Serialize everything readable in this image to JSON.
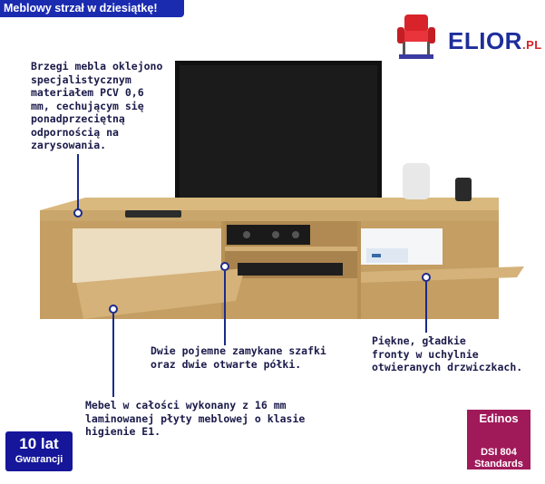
{
  "banner": {
    "title": "Meblowy strzał w dziesiątkę!"
  },
  "logo": {
    "name": "ELIOR",
    "suffix": ".PL"
  },
  "notes": {
    "edges": "Brzegi mebla oklejono\nspecjalistycznym\nmateriałem PCV 0,6\nmm, cechującym się\nponadprzeciętną\nodpornością na\nzarysowania.",
    "cabinets": "Dwie pojemne zamykane szafki\noraz dwie otwarte półki.",
    "fronts": "Piękne, gładkie\nfronty w uchylnie\notwieranych drzwiczkach.",
    "material": "Mebel w całości wykonany z 16 mm\nlaminowanej płyty meblowej o klasie\nhigienie E1."
  },
  "warranty": {
    "years": "10 lat",
    "label": "Gwarancji"
  },
  "certificate": {
    "brand": "Edinos",
    "line1": "DSI",
    "number": "804",
    "line2": "Standards"
  },
  "colors": {
    "banner": "#1b2bb0",
    "logo_blue": "#1e2e9c",
    "logo_red": "#d8232a",
    "oak": "#c9a66b",
    "cert": "#a01a5a"
  }
}
